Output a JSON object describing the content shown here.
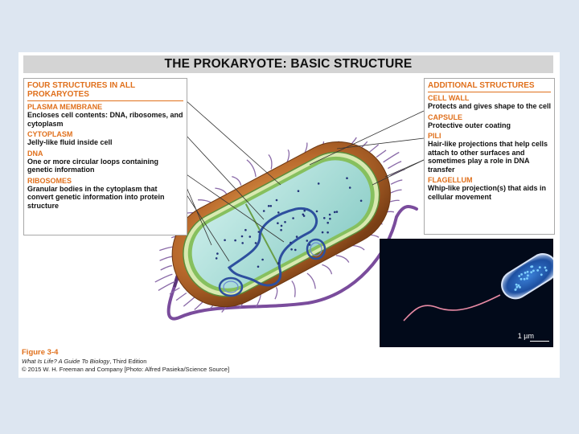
{
  "title": "THE PROKARYOTE: BASIC STRUCTURE",
  "left_panel": {
    "header": "FOUR STRUCTURES IN ALL PROKARYOTES",
    "items": [
      {
        "name": "PLASMA MEMBRANE",
        "desc": "Encloses cell contents: DNA, ribosomes, and cytoplasm"
      },
      {
        "name": "CYTOPLASM",
        "desc": "Jelly-like fluid inside cell"
      },
      {
        "name": "DNA",
        "desc": "One or more circular loops containing genetic information"
      },
      {
        "name": "RIBOSOMES",
        "desc": "Granular bodies in the cytoplasm that convert genetic information into protein structure"
      }
    ]
  },
  "right_panel": {
    "header": "ADDITIONAL STRUCTURES",
    "items": [
      {
        "name": "CELL WALL",
        "desc": "Protects and gives shape to the cell"
      },
      {
        "name": "CAPSULE",
        "desc": "Protective outer coating"
      },
      {
        "name": "PILI",
        "desc": "Hair-like projections that help cells attach to other surfaces and sometimes play a role in DNA transfer"
      },
      {
        "name": "FLAGELLUM",
        "desc": "Whip-like projection(s) that aids in cellular movement"
      }
    ]
  },
  "micrograph": {
    "scale_label": "1 µm"
  },
  "caption": {
    "figure": "Figure 3-4",
    "book": "What Is Life? A Guide To Biology",
    "edition": ", Third Edition",
    "credit": "© 2015 W. H. Freeman and Company [Photo: Alfred Pasieka/Science Source]"
  },
  "colors": {
    "accent": "#e0701c",
    "capsule": "#b8692c",
    "cytoplasm": "#9fd8d4",
    "membrane": "#7fb65a",
    "dna": "#2d4f9e",
    "pili": "#8a6aa8",
    "flagellum": "#7a4c9c"
  }
}
